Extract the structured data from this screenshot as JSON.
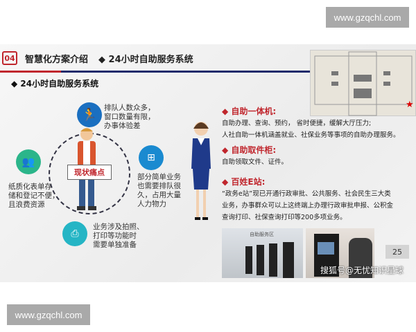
{
  "watermark_top": "www.gzqchl.com",
  "watermark_bottom": "www.gzqchl.com",
  "header": {
    "number": "04",
    "title": "智慧化方案介绍",
    "subtitle": "◆ 24小时自助服务系统"
  },
  "section_title": "◆ 24小时自助服务系统",
  "pain_label": "现状痛点",
  "pain_points": [
    {
      "icon": "running-person-icon",
      "color": "#1a6fc0",
      "lines": [
        "排队人数众多，",
        "窗口数量有限，",
        "办事体验差"
      ]
    },
    {
      "icon": "network-icon",
      "color": "#1a8ad0",
      "lines": [
        "部分简单业务",
        "也需要排队很",
        "久，占用大量",
        "人力物力"
      ]
    },
    {
      "icon": "printer-icon",
      "color": "#25b5c5",
      "lines": [
        "业务涉及拍照、",
        "打印等功能时",
        "需要单独准备"
      ]
    },
    {
      "icon": "people-group-icon",
      "color": "#2bb58a",
      "lines": [
        "纸质化表单存",
        "储和登记不便，",
        "且浪费资源"
      ]
    }
  ],
  "services": [
    {
      "title": "◆ 自助一体机:",
      "lines": [
        "自助办理、查询、预约， 省时便捷，缓解大厅压力;",
        "人社自助一体机涵盖就业、社保业务等事项的自助办理服务。"
      ]
    },
    {
      "title": "◆ 自助取件柜:",
      "lines": [
        "自助领取文件、证件。"
      ]
    },
    {
      "title": "◆ 百姓E站:",
      "lines": [
        "“政务e站”现已开通行政审批、公共服务、社会民生三大类",
        "业务，办事群众可以上这终端上办理行政审批申报、公积金",
        "查询打印、社保查询打印等200多项业务。"
      ]
    }
  ],
  "photo_sign": "自助服务区",
  "page_number": "25",
  "source_watermark": "搜狐号@无忧知识星球",
  "colors": {
    "accent_red": "#c0262d",
    "navy": "#1c2a6b"
  }
}
